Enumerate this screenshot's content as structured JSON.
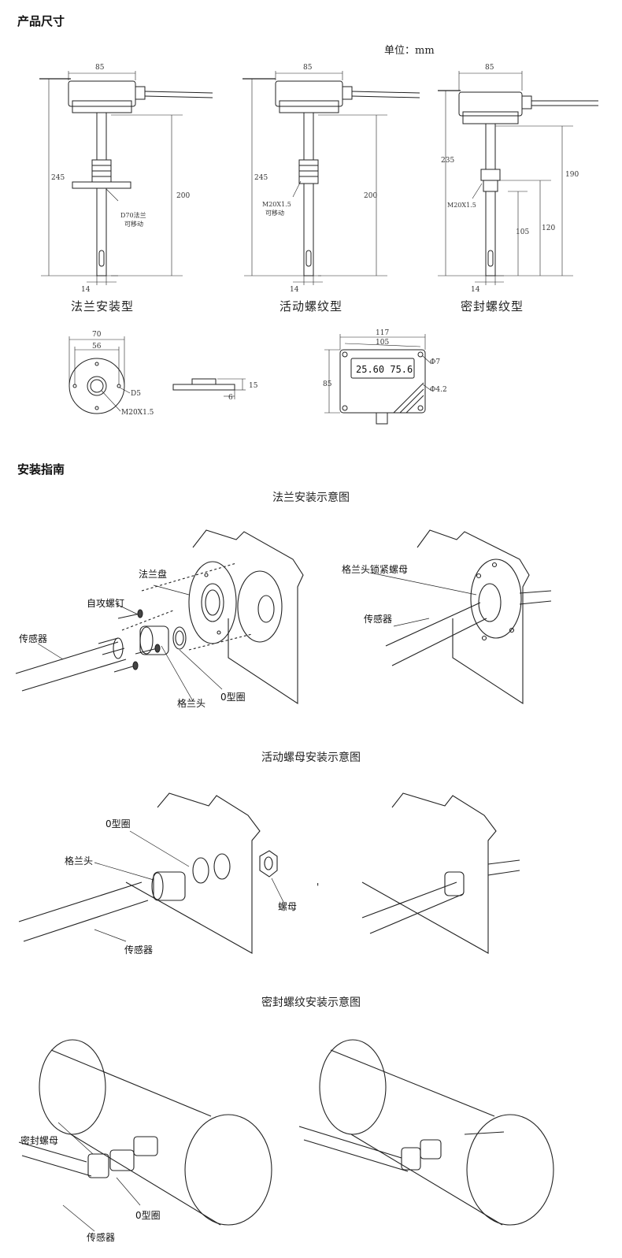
{
  "product_size": {
    "title": "产品尺寸",
    "unit": "单位：mm",
    "flange": {
      "caption": "法兰安装型",
      "dim_width": "85",
      "dim_total": "245",
      "dim_probe": "200",
      "dim_dia": "14",
      "note1": "D70法兰",
      "note2": "可移动"
    },
    "movable": {
      "caption": "活动螺纹型",
      "dim_width": "85",
      "dim_total": "245",
      "dim_probe": "200",
      "dim_dia": "14",
      "note1": "M20X1.5",
      "note2": "可移动"
    },
    "sealed": {
      "caption": "密封螺纹型",
      "dim_width": "85",
      "dim_total": "235",
      "dim_190": "190",
      "dim_120": "120",
      "dim_105": "105",
      "dim_dia": "14",
      "note1": "M20X1.5"
    },
    "flange_detail": {
      "dim_70": "70",
      "dim_56": "56",
      "d5": "D5",
      "thread": "M20X1.5",
      "dim_15": "15",
      "dim_6": "6"
    },
    "housing": {
      "dim_117": "117",
      "dim_105": "105",
      "dim_85": "85",
      "phi7": "Φ7",
      "phi42": "Φ4.2",
      "display": "25.60 75.6"
    }
  },
  "install_guide": {
    "title": "安装指南",
    "flange": {
      "subtitle": "法兰安装示意图",
      "label_flange_plate": "法兰盘",
      "label_screw": "自攻螺钉",
      "label_sensor": "传感器",
      "label_gland": "格兰头",
      "label_oring": "0型圈",
      "label_gland_nut": "格兰头锁紧螺母",
      "label_sensor2": "传感器"
    },
    "nut": {
      "subtitle": "活动螺母安装示意图",
      "label_oring": "0型圈",
      "label_gland": "格兰头",
      "label_nut": "螺母",
      "label_sensor": "传感器",
      "mark": "'"
    },
    "sealed": {
      "subtitle": "密封螺纹安装示意图",
      "label_nut": "密封螺母",
      "label_oring": "0型圈",
      "label_sensor": "传感器"
    }
  }
}
